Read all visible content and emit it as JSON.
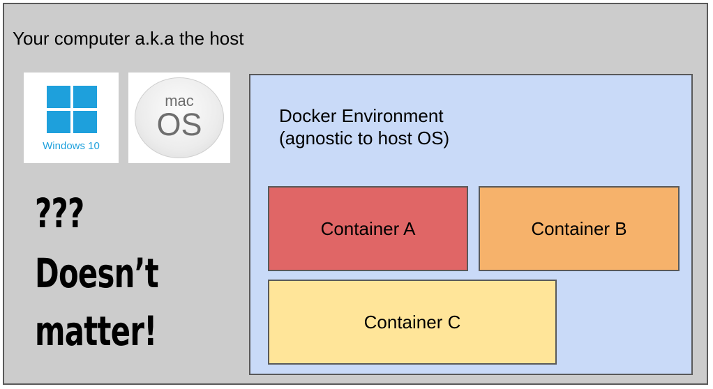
{
  "host": {
    "title": "Your computer a.k.a the host",
    "color": "#cccccc"
  },
  "logos": {
    "windows": {
      "icon": "windows-logo-icon",
      "caption": "Windows 10",
      "color": "#1ea0dc"
    },
    "macos": {
      "icon": "macos-logo-icon",
      "top_text": "mac",
      "main_text": "OS"
    }
  },
  "note": {
    "line1": "???",
    "line2": "Doesn’t",
    "line3": "matter!"
  },
  "docker": {
    "title_line1": "Docker Environment",
    "title_line2": "(agnostic to host OS)",
    "color": "#c9daf8",
    "containers": [
      {
        "label": "Container A",
        "color": "#e06666"
      },
      {
        "label": "Container B",
        "color": "#f6b26b"
      },
      {
        "label": "Container C",
        "color": "#ffe599"
      }
    ]
  }
}
